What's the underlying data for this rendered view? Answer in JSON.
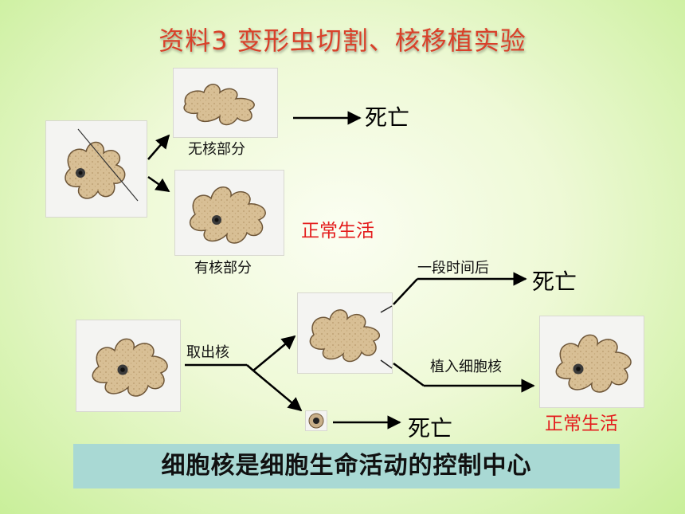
{
  "title": "资料3  变形虫切割、核移植实验",
  "labels": {
    "no_nucleus_part": "无核部分",
    "nucleus_part": "有核部分",
    "remove_nucleus": "取出核",
    "after_time": "一段时间后",
    "implant_nucleus": "植入细胞核"
  },
  "results": {
    "death_1": "死亡",
    "normal_1": "正常生活",
    "death_2": "死亡",
    "normal_2": "正常生活",
    "death_3": "死亡"
  },
  "conclusion": "细胞核是细胞生命活动的控制中心",
  "colors": {
    "title": "#d9412a",
    "highlight": "#e41d1d",
    "conclusion_bg": "#a9d9d4",
    "cell": "#d8bf95"
  }
}
